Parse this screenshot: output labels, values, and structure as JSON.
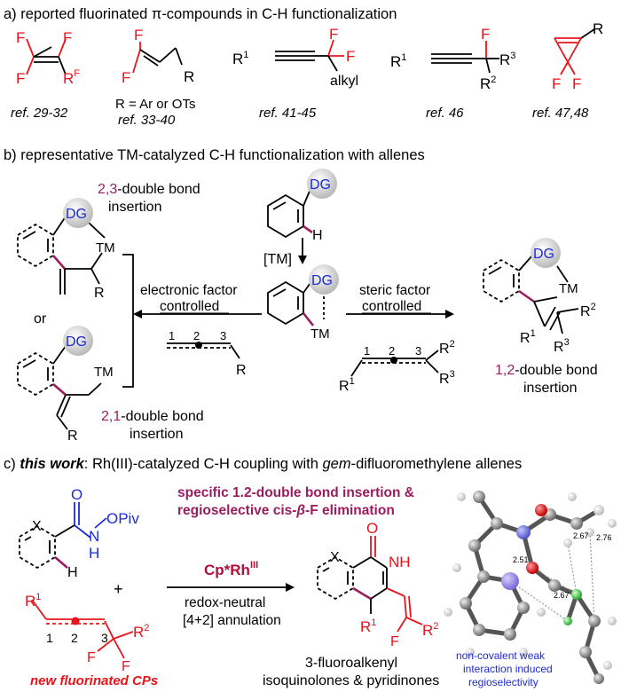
{
  "sectionA": {
    "heading": "a) reported fluorinated π-compounds in C-H functionalization",
    "atoms": {
      "F": "F",
      "R": "R",
      "RF_R": "R",
      "RF_sup": "F",
      "R1": "R",
      "one": "1",
      "R2": "R",
      "two": "2",
      "R3": "R",
      "three": "3",
      "alkyl": "alkyl"
    },
    "r_note": "R = Ar or OTs",
    "refs": [
      "ref. 29-32",
      "ref. 33-40",
      "ref. 41-45",
      "ref. 46",
      "ref. 47,48"
    ]
  },
  "sectionB": {
    "heading": "b) representative TM-catalyzed C-H functionalization with allenes",
    "DG": "DG",
    "H": "H",
    "TM": "TM",
    "TMcat": "[TM]",
    "or": "or",
    "ins23_num": "2,3",
    "ins23_rest": "-double bond",
    "ins23_line2": "insertion",
    "ins21_num": "2,1",
    "ins21_rest": "-double bond",
    "ins21_line2": "insertion",
    "ins12_num": "1,2",
    "ins12_rest": "-double bond",
    "ins12_line2": "insertion",
    "electronic_1": "electronic factor",
    "electronic_2": "controlled",
    "steric_1": "steric factor",
    "steric_2": "controlled",
    "nums": [
      "1",
      "2",
      "3"
    ]
  },
  "sectionC": {
    "heading_prefix": "c) ",
    "heading_bold": "this work",
    "heading_mid": ": Rh(III)-catalyzed C-H coupling with ",
    "heading_gem": "gem",
    "heading_end": "-difluoromethylene allenes",
    "title_line1": "specific 1.2-double bond insertion &",
    "title_line2a": "regioselective cis-",
    "title_beta": "β",
    "title_line2b": "-F elimination",
    "catalyst": "Cp*Rh",
    "catalyst_sup": "III",
    "cond1": "redox-neutral",
    "cond2": "[4+2] annulation",
    "X": "X",
    "O": "O",
    "N": "N",
    "NH": "NH",
    "H": "H",
    "OPiv": "OPiv",
    "plus": "+",
    "new_cps": "new fluorinated CPs",
    "product_1": "3-fluoroalkenyl",
    "product_2": "isoquinolones & pyridinones",
    "dist": [
      "2.51",
      "2.67",
      "2.67",
      "2.76"
    ],
    "nc_1": "non-covalent weak",
    "nc_2": "interaction induced",
    "nc_3": "regioselectivity"
  },
  "colors": {
    "red": "#e8141b",
    "purple": "#9b1d5f",
    "blue": "#1d2bd6",
    "darkred": "#b0103a"
  }
}
